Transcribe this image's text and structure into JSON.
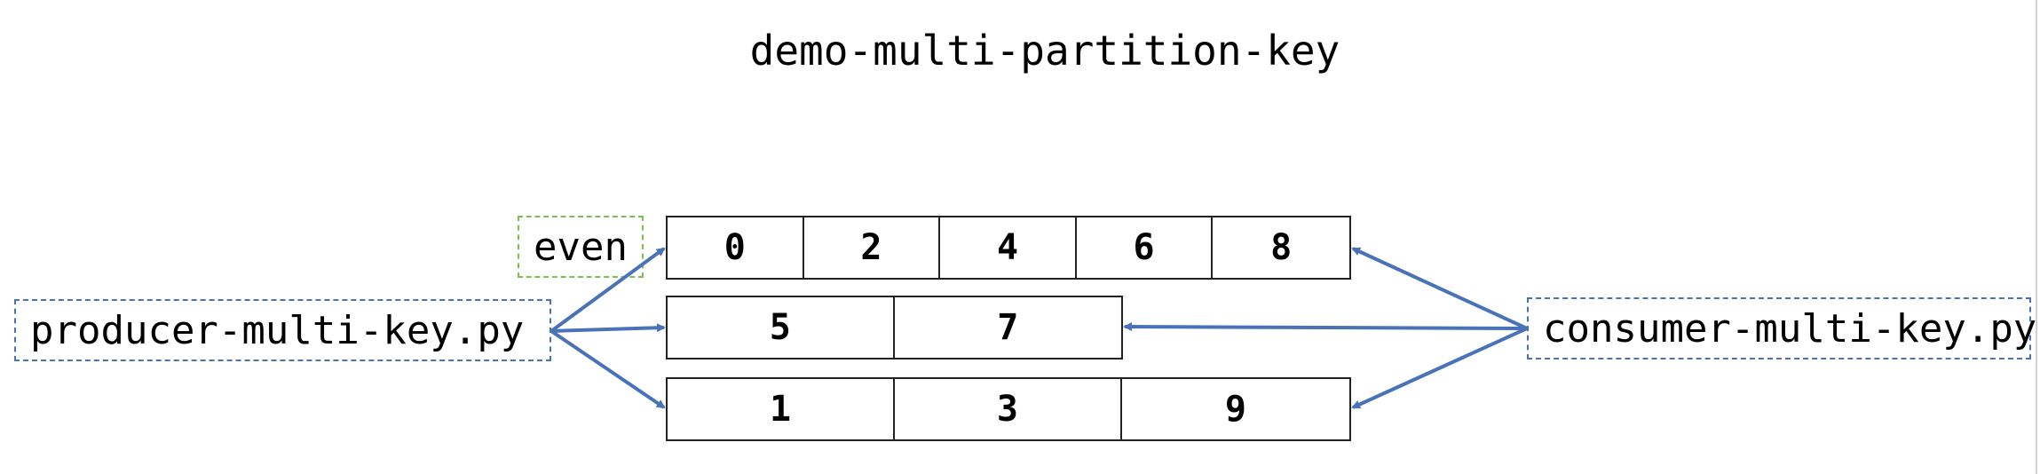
{
  "title": "demo-multi-partition-key",
  "producer": {
    "label": "producer-multi-key.py"
  },
  "consumer": {
    "label": "consumer-multi-key.py"
  },
  "even_label": "even",
  "partitions": [
    {
      "cells": [
        "0",
        "2",
        "4",
        "6",
        "8"
      ]
    },
    {
      "cells": [
        "5",
        "7"
      ]
    },
    {
      "cells": [
        "1",
        "3",
        "9"
      ]
    }
  ],
  "colors": {
    "arrow": "#4a72b8",
    "producer_border": "#4a72b8",
    "even_border": "#7fbf50"
  }
}
